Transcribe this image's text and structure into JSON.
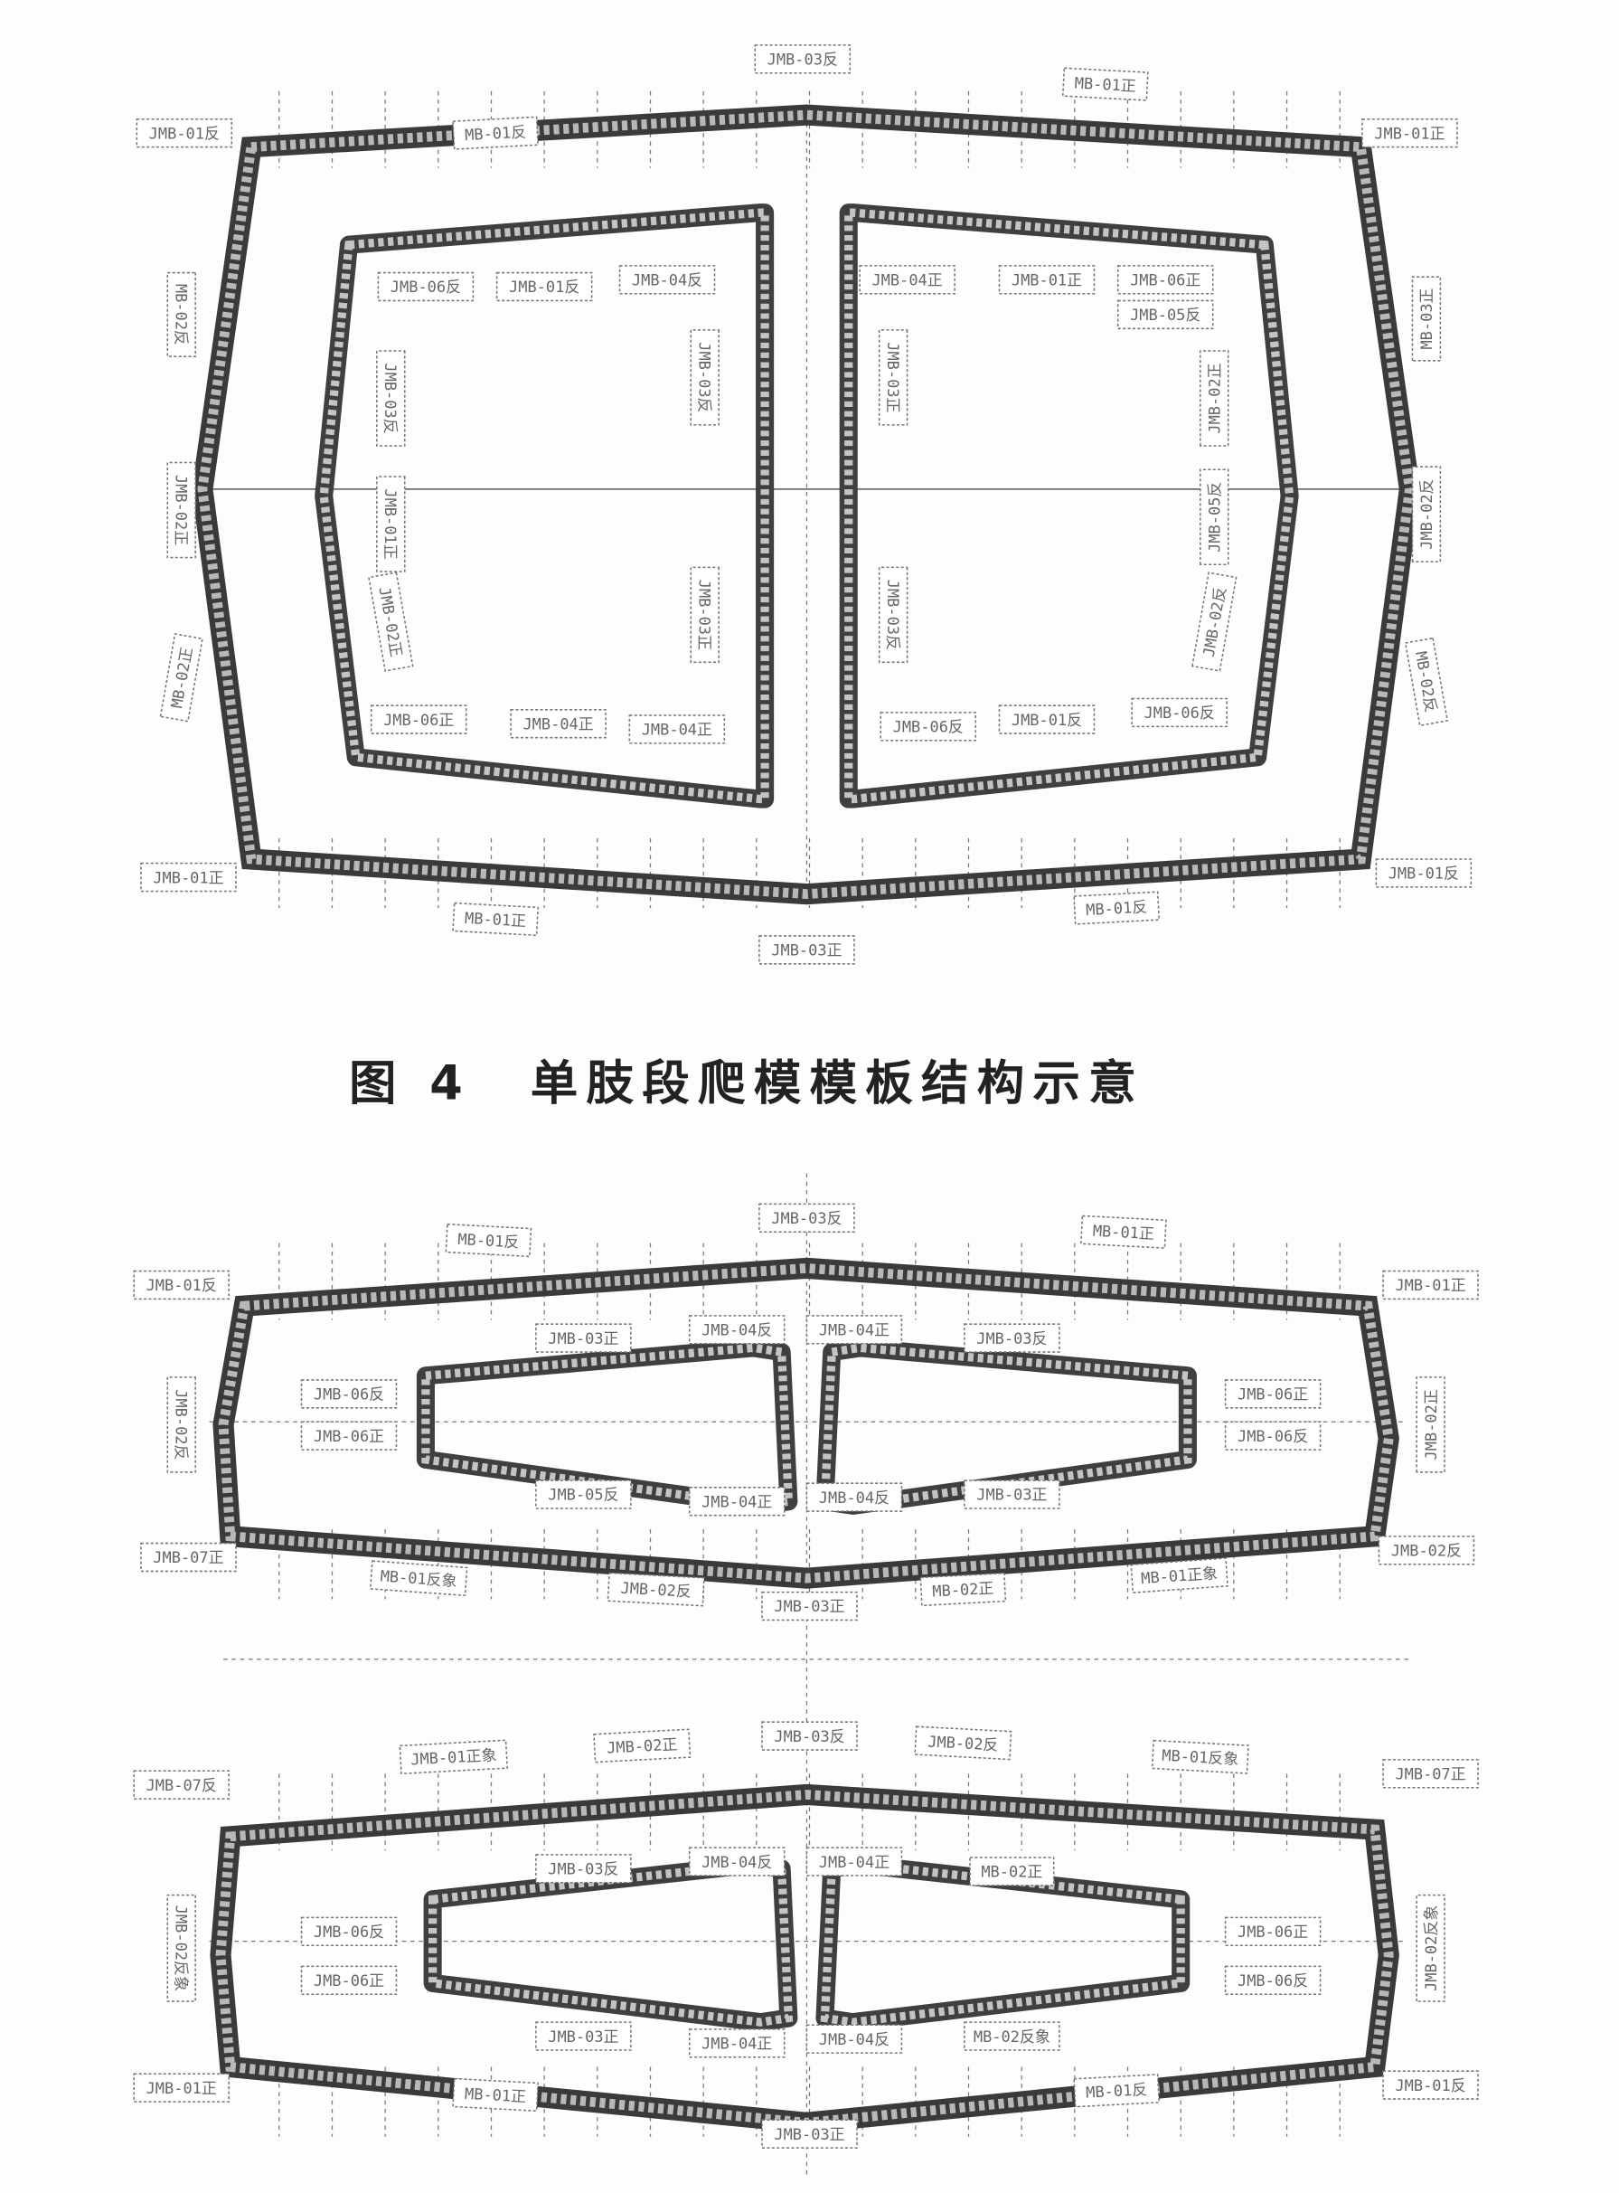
{
  "caption": {
    "figure": "图 4",
    "title": "单肢段爬模模板结构示意"
  },
  "diagrams": [
    {
      "name": "single-limb-section",
      "labels": [
        "JMB-03反",
        "MB-01反",
        "MB-01正",
        "JMB-01反",
        "JMB-01正",
        "MB-02反",
        "JMB-02正",
        "MB-02正",
        "MB-03正",
        "JMB-02反",
        "MB-02反",
        "JMB-06反",
        "JMB-01反",
        "JMB-04反",
        "JMB-04正",
        "JMB-01正",
        "JMB-06正",
        "JMB-05反",
        "JMB-03反",
        "JMB-01正",
        "JMB-02正",
        "JMB-03反",
        "JMB-03正",
        "JMB-03正",
        "JMB-03反",
        "JMB-02正",
        "JMB-05反",
        "JMB-02反",
        "JMB-06正",
        "JMB-04正",
        "JMB-04正",
        "JMB-06反",
        "JMB-01反",
        "JMB-06反",
        "JMB-01正",
        "MB-01正",
        "JMB-03正",
        "MB-01反",
        "JMB-01反"
      ]
    },
    {
      "name": "section-a",
      "labels": [
        "JMB-03反",
        "MB-01反",
        "MB-01正",
        "JMB-01反",
        "JMB-01正",
        "JMB-03正",
        "JMB-04反",
        "JMB-04正",
        "JMB-03反",
        "JMB-06反",
        "JMB-06正",
        "JMB-06正",
        "JMB-06反",
        "JMB-02反",
        "JMB-02正",
        "JMB-05反",
        "JMB-04正",
        "JMB-04反",
        "JMB-03正",
        "JMB-07正",
        "MB-01反象",
        "JMB-02反",
        "JMB-03正",
        "MB-02正",
        "MB-01正象",
        "JMB-02反"
      ]
    },
    {
      "name": "section-b",
      "labels": [
        "JMB-03反",
        "JMB-01正象",
        "JMB-02正",
        "JMB-02反",
        "MB-01反象",
        "JMB-07反",
        "JMB-07正",
        "JMB-03反",
        "JMB-04反",
        "JMB-04正",
        "MB-02正",
        "JMB-06反",
        "JMB-06正",
        "JMB-06正",
        "JMB-06反",
        "JMB-02反象",
        "JMB-02反象",
        "JMB-03正",
        "JMB-04正",
        "JMB-04反",
        "MB-02反象",
        "JMB-01正",
        "MB-01正",
        "JMB-03正",
        "MB-01反",
        "JMB-01反"
      ]
    }
  ]
}
